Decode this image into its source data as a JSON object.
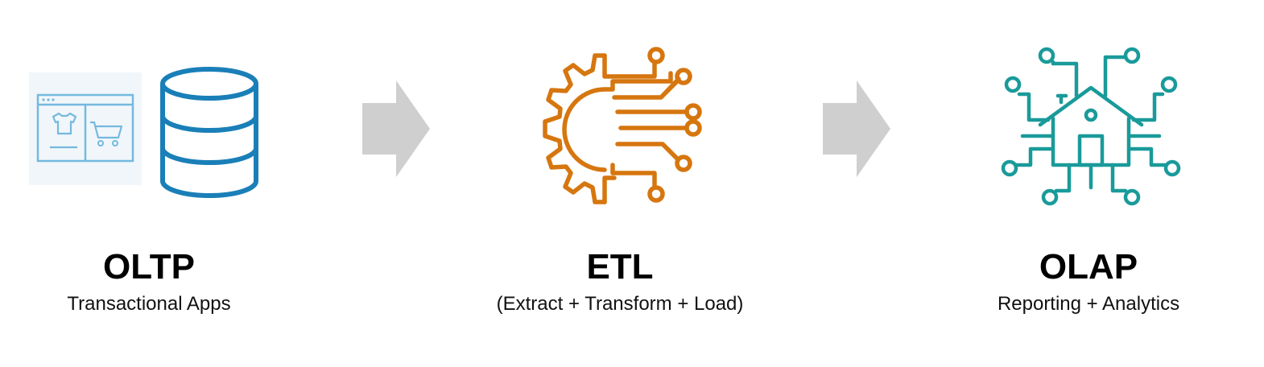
{
  "colors": {
    "oltp": "#1a7fb8",
    "oltp_light": "#74b9de",
    "etl": "#d6760f",
    "olap": "#1a9a9a",
    "arrow": "#cfcfcf"
  },
  "stages": [
    {
      "title": "OLTP",
      "subtitle": "Transactional Apps",
      "icons": [
        "web-shop-icon",
        "database-icon"
      ]
    },
    {
      "title": "ETL",
      "subtitle": "(Extract + Transform + Load)",
      "icons": [
        "gear-circuit-icon"
      ]
    },
    {
      "title": "OLAP",
      "subtitle": "Reporting + Analytics",
      "icons": [
        "data-warehouse-house-icon"
      ]
    }
  ],
  "arrows": [
    "arrow-right-icon",
    "arrow-right-icon"
  ]
}
